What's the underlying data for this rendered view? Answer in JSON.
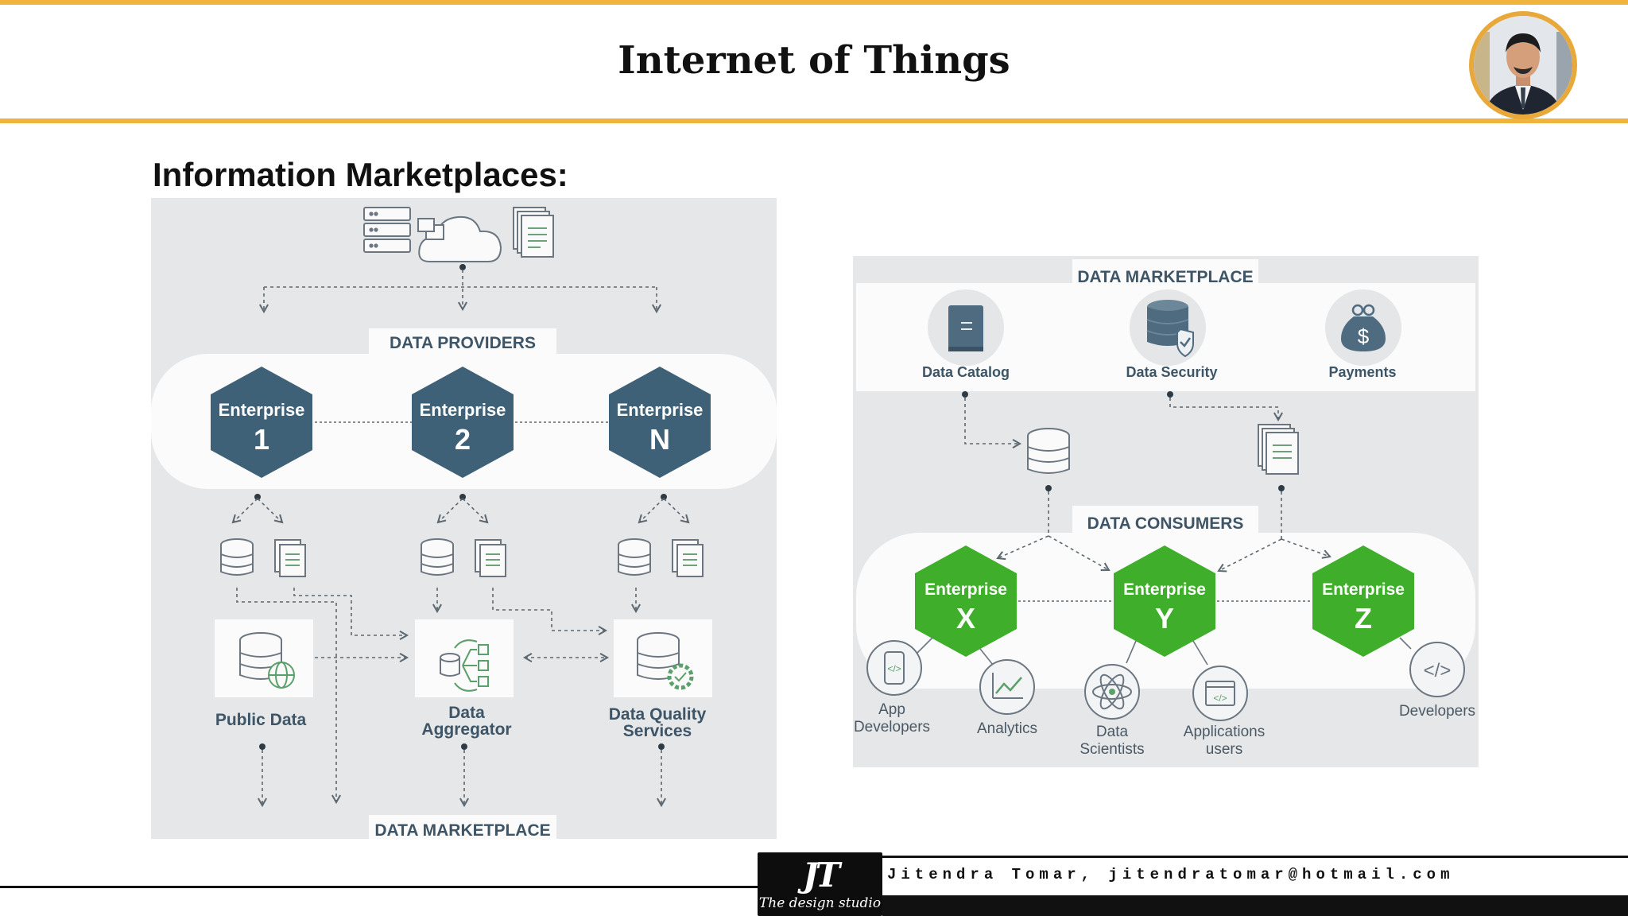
{
  "slide": {
    "title": "Internet of Things",
    "subtitle": "Information Marketplaces:",
    "author_line": "Jitendra Tomar, jitendratomar@hotmail.com",
    "logo_mark": "JT",
    "logo_tagline": "The design studio"
  },
  "colors": {
    "accent_gold": "#f0b43c",
    "provider_hex": "#3e6178",
    "consumer_hex": "#3fae2a",
    "section_label": "#3d5566",
    "panel_bg": "#e6e7e9"
  },
  "left_diagram": {
    "providers_label": "DATA PROVIDERS",
    "marketplace_label": "DATA MARKETPLACE",
    "enterprises": [
      {
        "word": "Enterprise",
        "id": "1"
      },
      {
        "word": "Enterprise",
        "id": "2"
      },
      {
        "word": "Enterprise",
        "id": "N"
      }
    ],
    "services": [
      {
        "lines": [
          "Public Data"
        ],
        "icon": "database-globe-icon"
      },
      {
        "lines": [
          "Data",
          "Aggregator"
        ],
        "icon": "aggregator-icon"
      },
      {
        "lines": [
          "Data Quality",
          "Services"
        ],
        "icon": "database-gear-icon"
      }
    ]
  },
  "right_diagram": {
    "marketplace_label": "DATA MARKETPLACE",
    "consumers_label": "DATA CONSUMERS",
    "features": [
      {
        "label": "Data Catalog",
        "icon": "book-icon"
      },
      {
        "label": "Data Security",
        "icon": "database-shield-icon"
      },
      {
        "label": "Payments",
        "icon": "money-bag-icon"
      }
    ],
    "enterprises": [
      {
        "word": "Enterprise",
        "id": "X"
      },
      {
        "word": "Enterprise",
        "id": "Y"
      },
      {
        "word": "Enterprise",
        "id": "Z"
      }
    ],
    "users": [
      {
        "lines": [
          "App",
          "Developers"
        ],
        "icon": "mobile-code-icon"
      },
      {
        "lines": [
          "Analytics"
        ],
        "icon": "line-chart-icon"
      },
      {
        "lines": [
          "Data",
          "Scientists"
        ],
        "icon": "atom-icon"
      },
      {
        "lines": [
          "Applications",
          "users"
        ],
        "icon": "browser-code-icon"
      },
      {
        "lines": [
          "Developers"
        ],
        "icon": "code-brackets-icon"
      }
    ]
  }
}
